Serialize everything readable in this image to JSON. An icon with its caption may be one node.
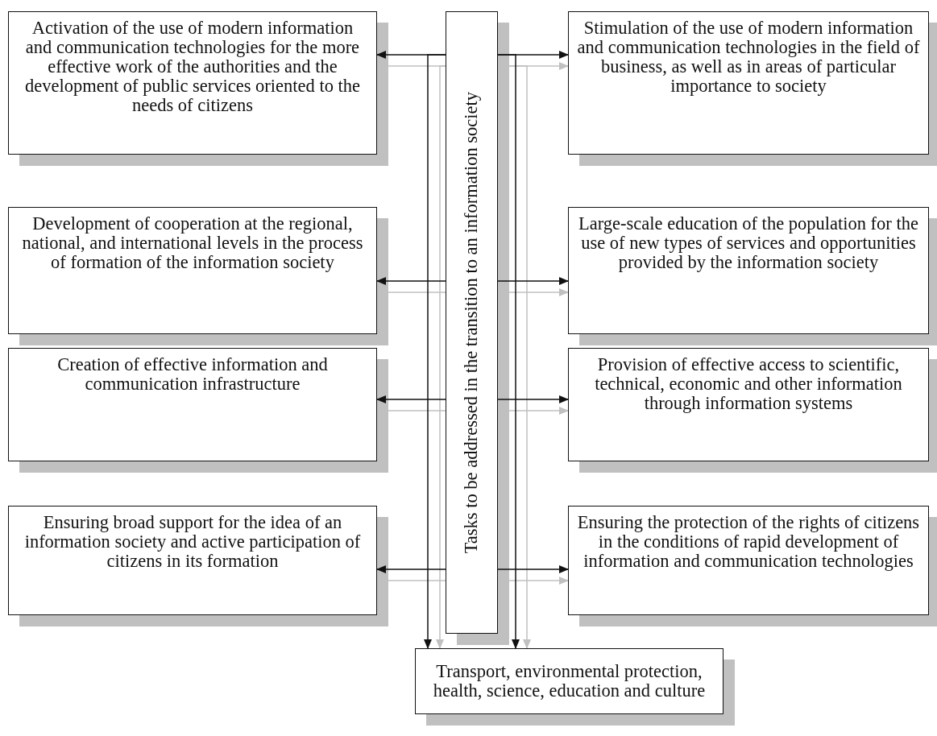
{
  "diagram": {
    "nodes": [
      {
        "text": [
          "Tasks to be addressed in the transition to an information society"
        ]
      },
      {
        "text": [
          "Activation of the use of modern information and communication technologies for the more effective work of the authorities and the development of public services oriented to the needs of citizens"
        ]
      },
      {
        "text": [
          "Development of cooperation at the regional, national, and international levels in the process of formation of the information society"
        ]
      },
      {
        "text": [
          "Creation of effective information and communication infrastructure"
        ]
      },
      {
        "text": [
          "Ensuring broad support for the idea of an information society and active participation of citizens in its formation"
        ]
      },
      {
        "text": [
          "Stimulation of the use of modern information and communication technologies in the field of business, as well as in areas of particular importance to society"
        ]
      },
      {
        "text": [
          "Large-scale education of the population for the use of new types of services and opportunities provided by the information society"
        ]
      },
      {
        "text": [
          "Provision of effective access to scientific, technical, economic and other information through information systems"
        ]
      },
      {
        "text": [
          "Ensuring the protection of the rights of citizens in the conditions of rapid development of information and communication technologies"
        ]
      },
      {
        "text": [
          "Transport, environmental protection, health, science, education and culture"
        ]
      }
    ],
    "edges": [
      {
        "from": 0,
        "to": 1,
        "arrow": "to"
      },
      {
        "from": 0,
        "to": 2,
        "arrow": "to"
      },
      {
        "from": 0,
        "to": 3,
        "arrow": "to"
      },
      {
        "from": 0,
        "to": 4,
        "arrow": "to"
      },
      {
        "from": 0,
        "to": 5,
        "arrow": "to"
      },
      {
        "from": 0,
        "to": 6,
        "arrow": "to"
      },
      {
        "from": 0,
        "to": 7,
        "arrow": "to"
      },
      {
        "from": 0,
        "to": 8,
        "arrow": "to"
      },
      {
        "from": 0,
        "to": 9,
        "arrow": "to"
      },
      {
        "from": 0,
        "to": 9,
        "arrow": "to"
      },
      {
        "from": 0,
        "to": 1,
        "arrow": "to",
        "color": "#c0c0c0"
      },
      {
        "from": 0,
        "to": 2,
        "arrow": "to",
        "color": "#c0c0c0"
      },
      {
        "from": 0,
        "to": 3,
        "arrow": "to",
        "color": "#c0c0c0"
      },
      {
        "from": 0,
        "to": 4,
        "arrow": "to",
        "color": "#c0c0c0"
      },
      {
        "from": 0,
        "to": 5,
        "arrow": "to",
        "color": "#c0c0c0"
      },
      {
        "from": 0,
        "to": 6,
        "arrow": "to",
        "color": "#c0c0c0"
      },
      {
        "from": 0,
        "to": 7,
        "arrow": "to",
        "color": "#c0c0c0"
      },
      {
        "from": 0,
        "to": 8,
        "arrow": "to",
        "color": "#c0c0c0"
      },
      {
        "from": 0,
        "to": 9,
        "arrow": "to",
        "color": "#c0c0c0"
      },
      {
        "from": 0,
        "to": 9,
        "arrow": "to",
        "color": "#c0c0c0"
      }
    ]
  }
}
